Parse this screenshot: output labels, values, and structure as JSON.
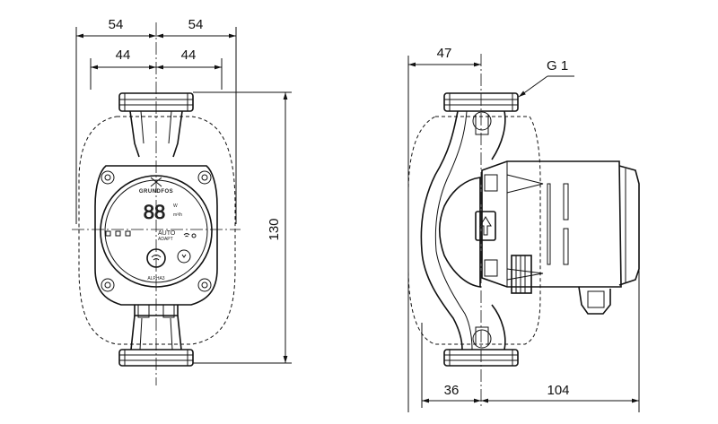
{
  "dimensions": {
    "top_outer_left": "54",
    "top_outer_right": "54",
    "top_inner_left": "44",
    "top_inner_right": "44",
    "height": "130",
    "side_width": "47",
    "thread": "G 1",
    "bottom_left": "36",
    "bottom_right": "104"
  },
  "front_panel": {
    "brand": "GRUNDFOS",
    "display": "88",
    "unit_w": "W",
    "unit_flow": "m³/h",
    "mode": "AUTO",
    "mode_sub": "ADAPT",
    "model": "ALPHA3"
  }
}
